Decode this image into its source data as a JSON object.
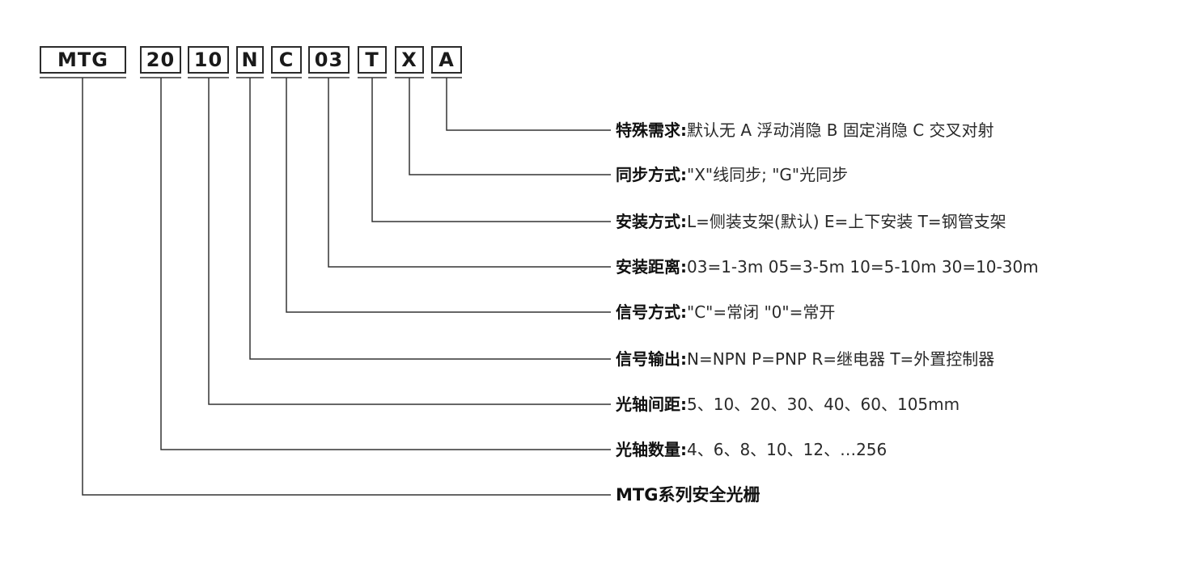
{
  "code_segments": [
    "MTG",
    "20",
    "10",
    "N",
    "C",
    "03",
    "T",
    "X",
    "A"
  ],
  "rows": [
    {
      "label": "特殊需求:",
      "text": "默认无  A 浮动消隐  B 固定消隐  C 交叉对射"
    },
    {
      "label": "同步方式:",
      "text": "\"X\"线同步; \"G\"光同步"
    },
    {
      "label": "安装方式:",
      "text": "L=侧装支架(默认)  E=上下安装  T=钢管支架"
    },
    {
      "label": "安装距离:",
      "text": "03=1-3m  05=3-5m  10=5-10m  30=10-30m"
    },
    {
      "label": "信号方式:",
      "text": "\"C\"=常闭  \"0\"=常开"
    },
    {
      "label": "信号输出:",
      "text": "N=NPN  P=PNP  R=继电器  T=外置控制器"
    },
    {
      "label": "光轴间距:",
      "text": "5、10、20、30、40、60、105mm"
    },
    {
      "label": "光轴数量:",
      "text": "4、6、8、10、12、…256"
    },
    {
      "label": "MTG系列安全光栅",
      "text": ""
    }
  ],
  "colors": {
    "line": "#333333",
    "box_border": "#2b2b2b",
    "text": "#1a1a1a"
  }
}
